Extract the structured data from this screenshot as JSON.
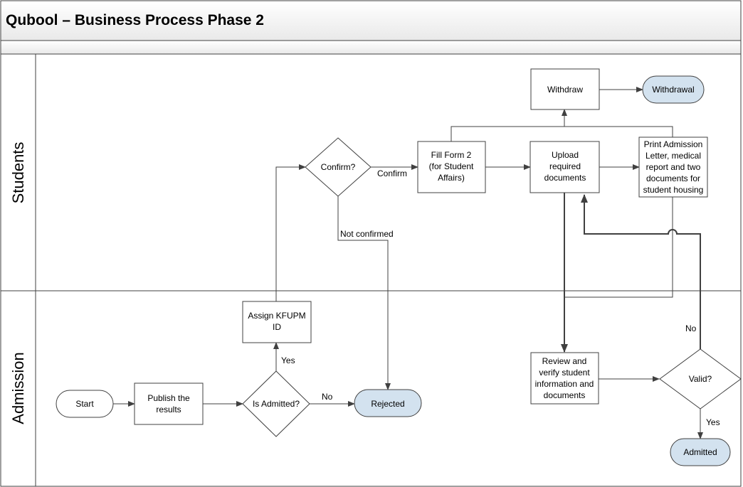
{
  "title": "Qubool  – Business Process Phase 2",
  "colors": {
    "header_gradient_top": "#ffffff",
    "header_gradient_bottom": "#e9e9e9",
    "terminal_fill": "#d3e2ef",
    "line": "#404040"
  },
  "lanes": {
    "students": "Students",
    "admission": "Admission"
  },
  "nodes": {
    "start": "Start",
    "publish": [
      "Publish the",
      "results"
    ],
    "is_admitted": "Is Admitted?",
    "rejected": "Rejected",
    "assign_id": [
      "Assign KFUPM",
      "ID"
    ],
    "confirm": "Confirm?",
    "fill_form": [
      "Fill Form 2",
      "(for Student",
      "Affairs)"
    ],
    "upload": [
      "Upload",
      "required",
      "documents"
    ],
    "withdraw": "Withdraw",
    "withdrawal": "Withdrawal",
    "print": [
      "Print Admission",
      "Letter, medical",
      "report and two",
      "documents for",
      "student housing"
    ],
    "review": [
      "Review and",
      "verify student",
      "information and",
      "documents"
    ],
    "valid": "Valid?",
    "admitted": "Admitted"
  },
  "edge_labels": {
    "no_rejected": "No",
    "yes_assign": "Yes",
    "confirm": "Confirm",
    "not_confirmed": "Not confirmed",
    "no_valid": "No",
    "yes_valid": "Yes"
  }
}
